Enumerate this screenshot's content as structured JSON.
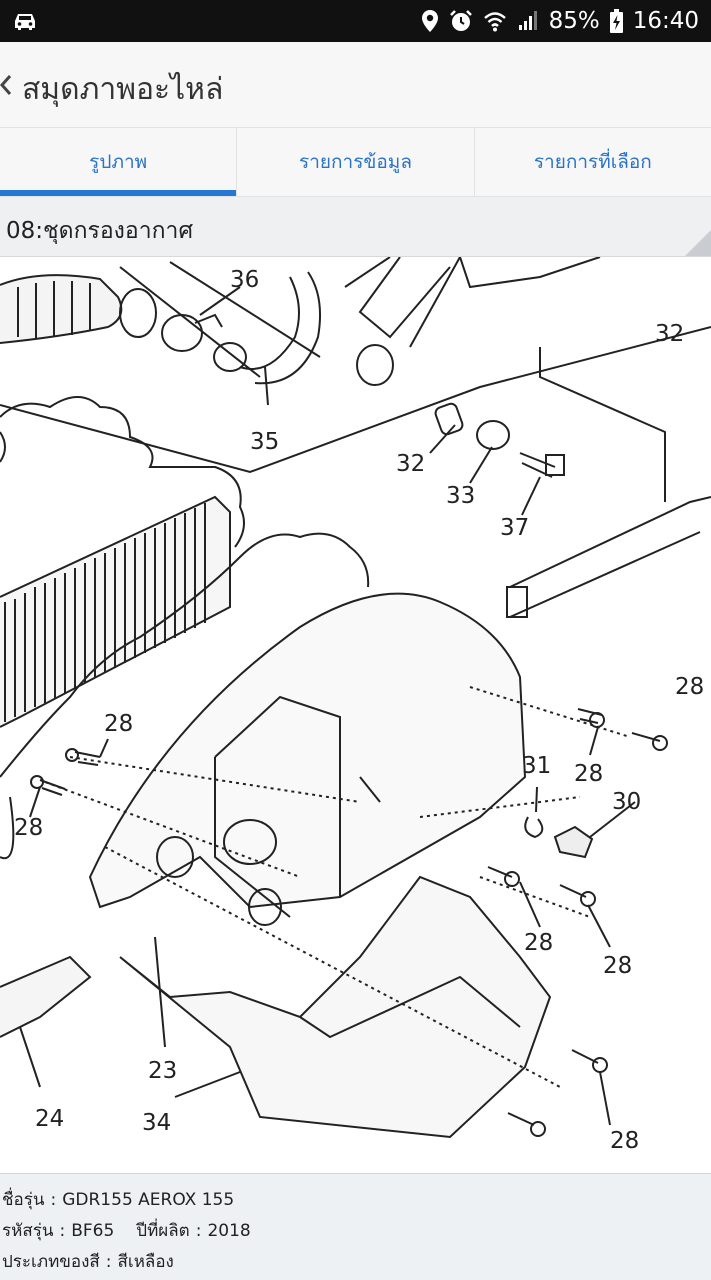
{
  "status": {
    "battery": "85%",
    "time": "16:40"
  },
  "appbar": {
    "title": "สมุดภาพอะไหล่"
  },
  "tabs": [
    {
      "label": "รูปภาพ",
      "active": true
    },
    {
      "label": "รายการข้อมูล",
      "active": false
    },
    {
      "label": "รายการที่เลือก",
      "active": false
    }
  ],
  "section": {
    "title": "08:ชุดกรองอากาศ"
  },
  "diagram": {
    "labels": [
      "36",
      "32",
      "35",
      "32",
      "33",
      "37",
      "28",
      "28",
      "28",
      "28",
      "31",
      "30",
      "28",
      "28",
      "23",
      "24",
      "34",
      "28"
    ]
  },
  "footer": {
    "model_label": "ชื่อรุ่น",
    "model_value": "GDR155 AEROX 155",
    "code_label": "รหัสรุ่น",
    "code_value": "BF65",
    "year_label": "ปีที่ผลิต",
    "year_value": "2018",
    "color_label": "ประเภทของสี",
    "color_value": "สีเหลือง"
  },
  "colors": {
    "tab_accent": "#2478d4",
    "tab_text": "#2a73c7"
  }
}
